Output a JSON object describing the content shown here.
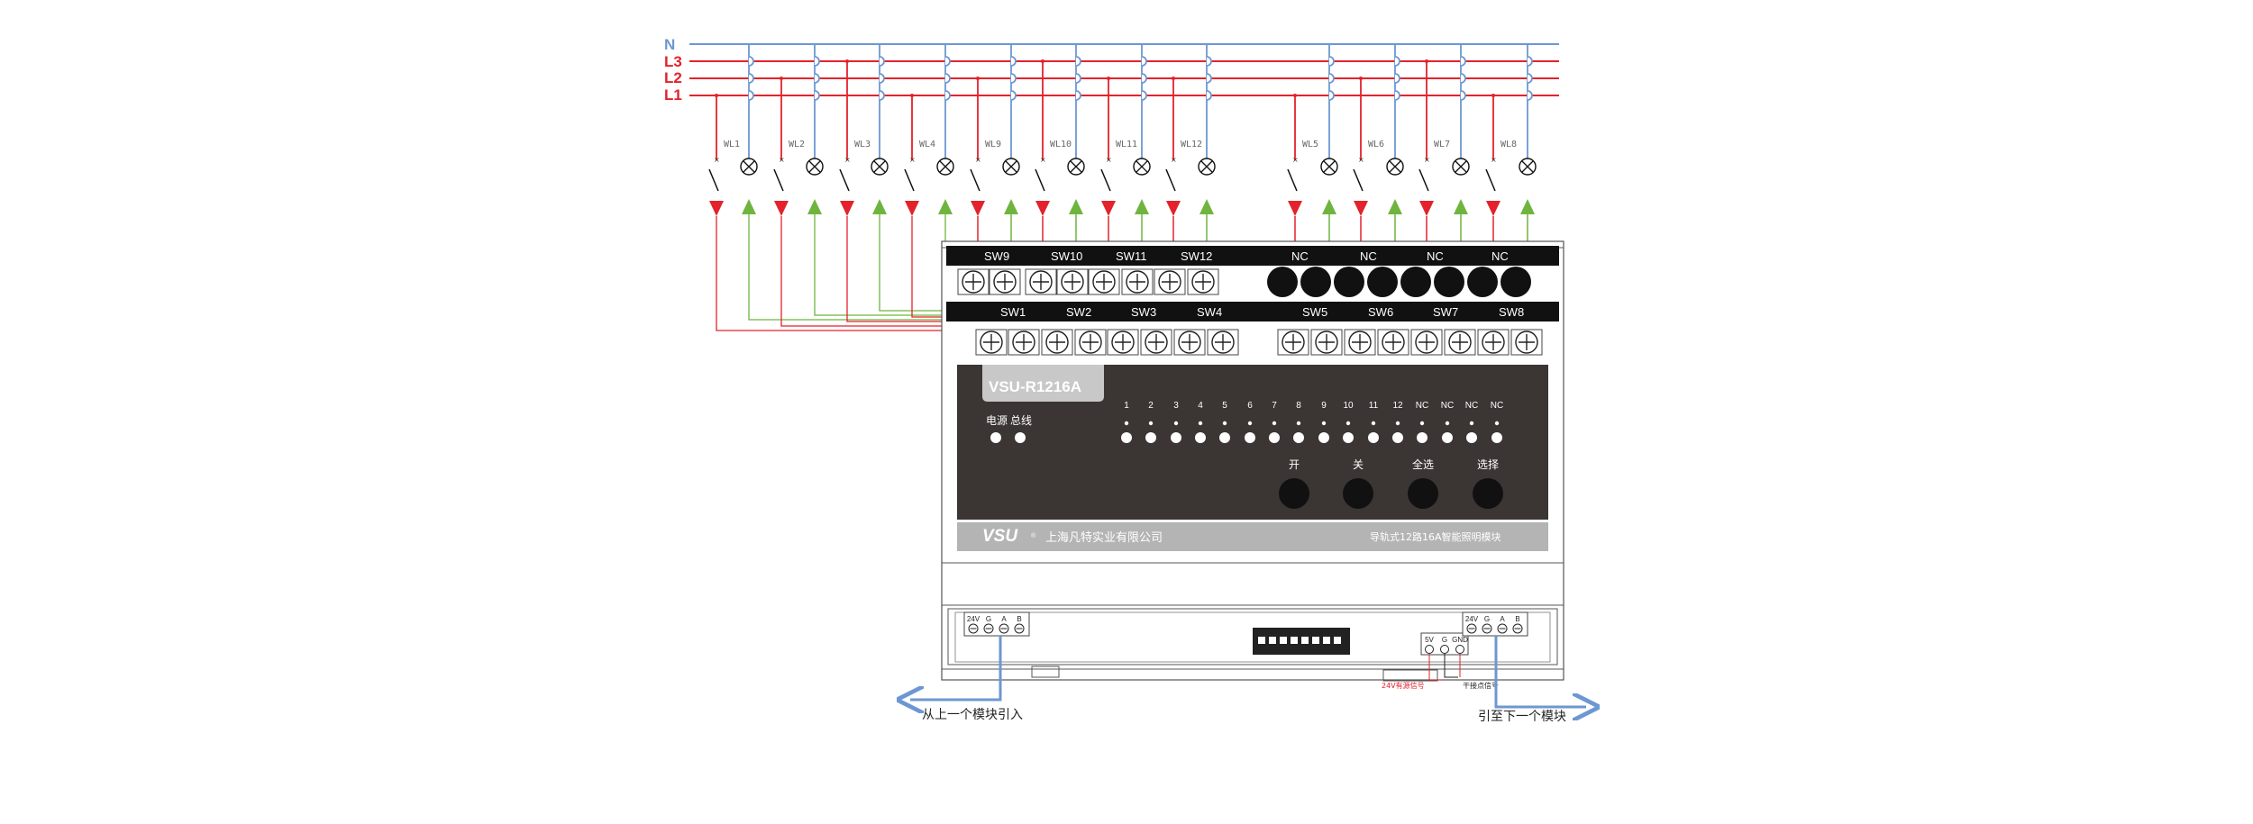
{
  "bus_lines": [
    {
      "label": "N",
      "color": "#6d97d2"
    },
    {
      "label": "L3",
      "color": "#e3222b"
    },
    {
      "label": "L2",
      "color": "#e3222b"
    },
    {
      "label": "L1",
      "color": "#e3222b"
    }
  ],
  "loads": [
    "WL1",
    "WL2",
    "WL3",
    "WL4",
    "WL9",
    "WL10",
    "WL11",
    "WL12",
    "WL5",
    "WL6",
    "WL7",
    "WL8"
  ],
  "terminal_rows": {
    "upper_left_labels": [
      "SW9",
      "SW10",
      "SW11",
      "SW12"
    ],
    "upper_right_labels": [
      "NC",
      "NC",
      "NC",
      "NC"
    ],
    "lower_left_labels": [
      "SW1",
      "SW2",
      "SW3",
      "SW4"
    ],
    "lower_right_labels": [
      "SW5",
      "SW6",
      "SW7",
      "SW8"
    ]
  },
  "module": {
    "model": "VSU-R1216A",
    "power_label": "电源",
    "bus_label": "总线",
    "channel_numbers": [
      "1",
      "2",
      "3",
      "4",
      "5",
      "6",
      "7",
      "8",
      "9",
      "10",
      "11",
      "12",
      "NC",
      "NC",
      "NC",
      "NC"
    ],
    "buttons": [
      "开",
      "关",
      "全选",
      "选择"
    ],
    "brand": "VSU",
    "company": "上海凡特实业有限公司",
    "product": "导轨式12路16A智能照明模块"
  },
  "bottom": {
    "bus_terminal_labels": [
      "24V",
      "G",
      "A",
      "B"
    ],
    "dry_contact_labels": [
      "5V",
      "G",
      "GND"
    ],
    "signal_note_left": "24V有源信号",
    "signal_note_right": "干接点信号",
    "from_prev": "从上一个模块引入",
    "to_next": "引至下一个模块"
  },
  "colors": {
    "red": "#e3222b",
    "green": "#6fb43f",
    "blue": "#6d97d2",
    "panel": "#3b3534",
    "strip": "#b4b4b4"
  }
}
